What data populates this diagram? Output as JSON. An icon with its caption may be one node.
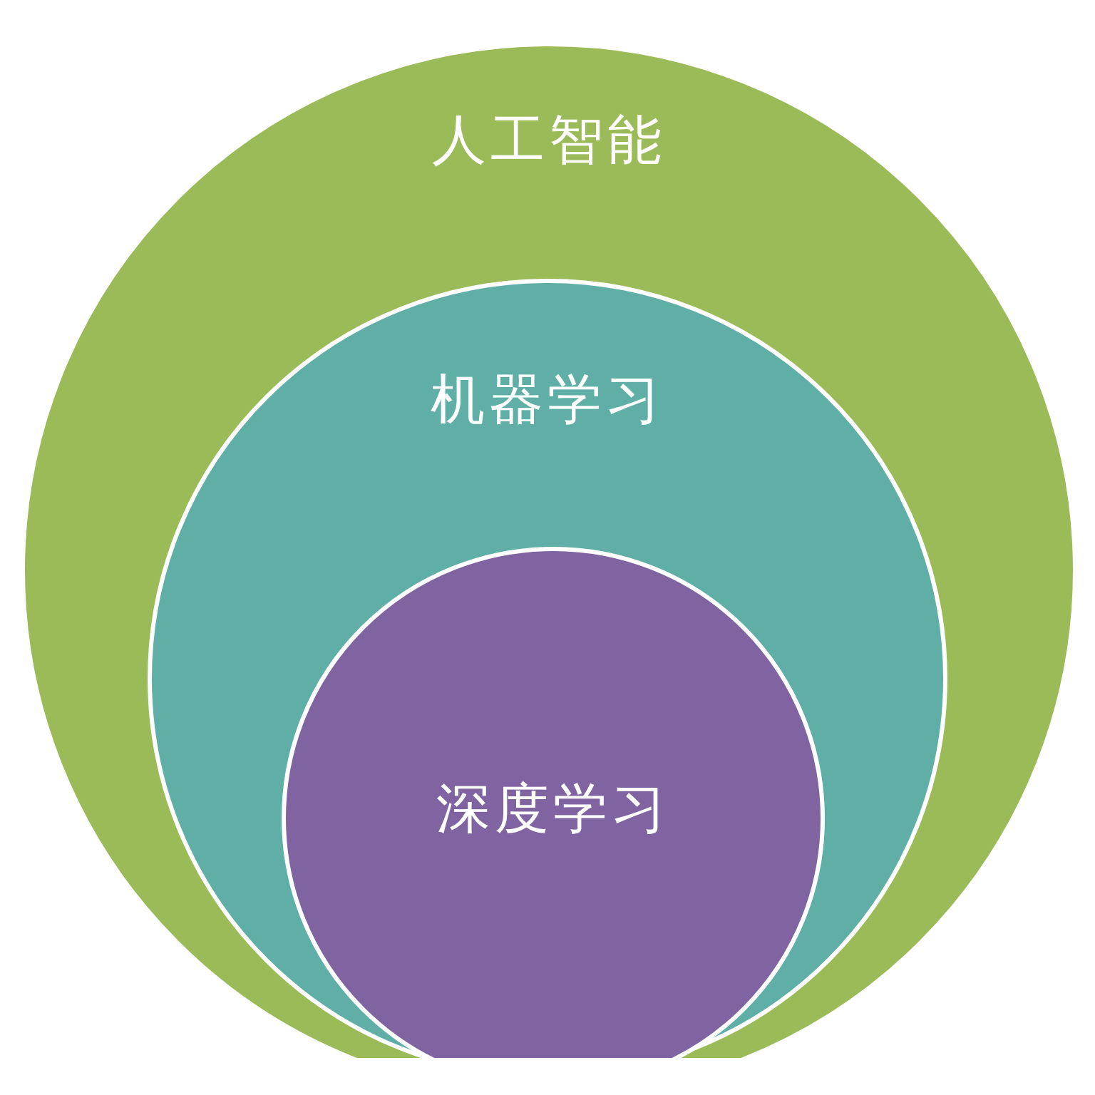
{
  "diagram": {
    "nodes": [
      {
        "text": [
          "人工智能"
        ]
      },
      {
        "text": [
          "机器学习"
        ],
        "in": 0
      },
      {
        "text": [
          "深度学习"
        ],
        "in": 1
      }
    ]
  }
}
